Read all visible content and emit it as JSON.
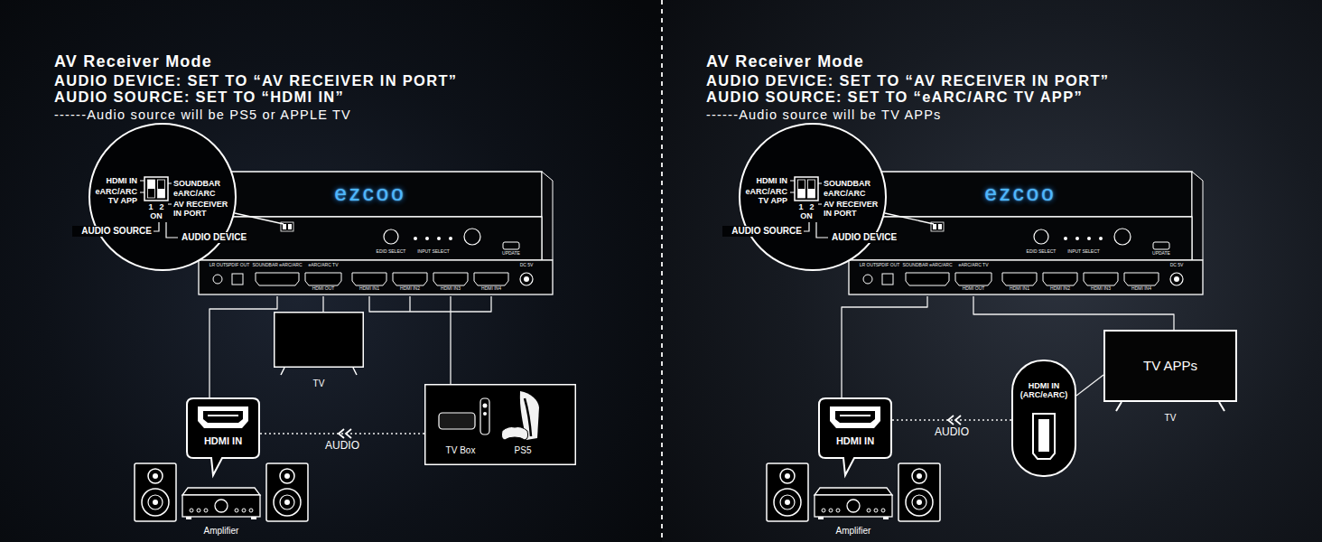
{
  "diagram": {
    "nodes": [
      {
        "text": [
          "HDMI IN",
          "eARC/ARC TV APP",
          "1",
          "2",
          "ON",
          "SOUNDBAR",
          "eARC/ARC",
          "AV RECEIVER IN PORT"
        ]
      },
      {
        "text": [
          "ezcoo",
          "EDID SELECT",
          "INPUT SELECT",
          "UPDATE",
          "LR OUT",
          "SPDIF OUT",
          "SOUNDBAR eARC/ARC",
          "eARC/ARC TV",
          "HDMI OUT",
          "HDMI IN1",
          "HDMI IN2",
          "HDMI IN3",
          "HDMI IN4",
          "DC 5V"
        ]
      },
      {
        "text": [
          "TV"
        ]
      },
      {
        "text": [
          "TV Box",
          "PS5"
        ]
      },
      {
        "text": [
          "HDMI IN"
        ]
      },
      {
        "text": [
          "Amplifier"
        ]
      },
      {
        "text": [
          "HDMI IN",
          "eARC/ARC TV APP",
          "1",
          "2",
          "ON",
          "SOUNDBAR",
          "eARC/ARC",
          "AV RECEIVER IN PORT"
        ]
      },
      {
        "text": [
          "ezcoo",
          "EDID SELECT",
          "INPUT SELECT",
          "UPDATE",
          "LR OUT",
          "SPDIF OUT",
          "SOUNDBAR eARC/ARC",
          "eARC/ARC TV",
          "HDMI OUT",
          "HDMI IN1",
          "HDMI IN2",
          "HDMI IN3",
          "HDMI IN4",
          "DC 5V"
        ]
      },
      {
        "text": [
          "TV APPs",
          "TV"
        ]
      },
      {
        "text": [
          "HDMI IN (ARC/eARC)"
        ]
      },
      {
        "text": [
          "HDMI IN"
        ]
      },
      {
        "text": [
          "Amplifier"
        ]
      }
    ],
    "edges": [
      {
        "from": 1,
        "to": 2,
        "arrow": "none"
      },
      {
        "from": 1,
        "to": 3,
        "arrow": "none"
      },
      {
        "from": 1,
        "to": 4,
        "arrow": "none"
      },
      {
        "from": 3,
        "to": 4,
        "label": "AUDIO",
        "arrow": "to"
      },
      {
        "from": 7,
        "to": 10,
        "arrow": "none"
      },
      {
        "from": 7,
        "to": 8,
        "arrow": "none"
      },
      {
        "from": 9,
        "to": 8,
        "arrow": "none"
      },
      {
        "from": 9,
        "to": 10,
        "label": "AUDIO",
        "arrow": "to"
      }
    ],
    "labels": [
      "AV Receiver Mode",
      "AUDIO DEVICE: SET TO “AV RECEIVER IN PORT”",
      "AUDIO SOURCE: SET TO “HDMI IN”",
      "------Audio source will be PS5 or APPLE TV",
      "AUDIO SOURCE",
      "AUDIO DEVICE",
      "AV Receiver Mode",
      "AUDIO DEVICE: SET TO “AV RECEIVER IN PORT”",
      "AUDIO SOURCE: SET TO “eARC/ARC TV APP”",
      "------Audio source will be TV APPs",
      "AUDIO SOURCE",
      "AUDIO DEVICE"
    ]
  }
}
